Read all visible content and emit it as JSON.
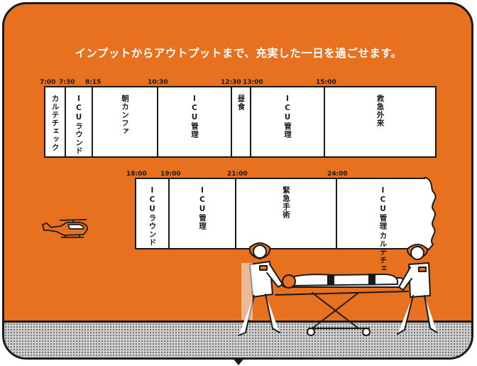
{
  "headline": "インプットからアウトプットまで、充実した一日を過ごせます。",
  "schedule": {
    "row1": {
      "times": [
        "7:00",
        "7:30",
        "8:15",
        "10:30",
        "12:30",
        "13:00",
        "15:00"
      ],
      "blocks": [
        {
          "lines": [
            "カルテチェック"
          ]
        },
        {
          "lines": [
            "ICUラウンド"
          ]
        },
        {
          "lines": [
            "朝カンファ"
          ]
        },
        {
          "lines": [
            "ICU管理"
          ]
        },
        {
          "lines": [
            "昼食"
          ]
        },
        {
          "lines": [
            "ICU管理"
          ]
        },
        {
          "lines": [
            "救急外来"
          ]
        }
      ]
    },
    "row2": {
      "times": [
        "18:00",
        "19:00",
        "21:00",
        "24:00"
      ],
      "blocks": [
        {
          "lines": [
            "ICUラウンド"
          ]
        },
        {
          "lines": [
            "ICU管理"
          ]
        },
        {
          "lines": [
            "緊急手術"
          ]
        },
        {
          "lines": [
            "カルテチェック",
            "ICU管理"
          ]
        }
      ]
    }
  },
  "colors": {
    "background": "#e8711f",
    "ink": "#1a1a1a",
    "floor": "#cfcfcf",
    "panel": "#ffffff"
  },
  "illustrations": {
    "helicopter": "helicopter-icon",
    "stretcher": "stretcher-with-medics-illustration"
  }
}
